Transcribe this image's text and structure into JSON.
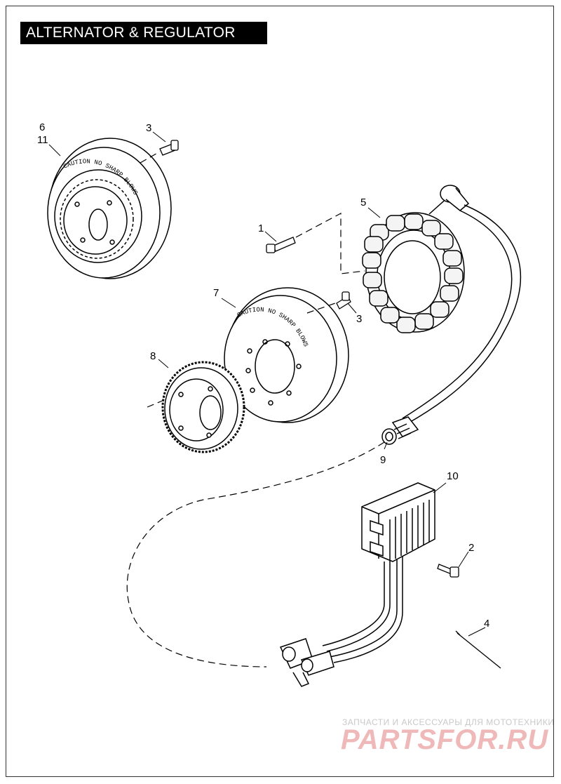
{
  "title": "ALTERNATOR & REGULATOR",
  "callouts": {
    "c6": "6",
    "c11": "11",
    "c3a": "3",
    "c1": "1",
    "c5": "5",
    "c7": "7",
    "c3b": "3",
    "c8": "8",
    "c9": "9",
    "c10": "10",
    "c2": "2",
    "c4": "4"
  },
  "rotor_text": {
    "upper": "CAUTION NO SHARP BLOWS",
    "lower": "CAUTION NO SHARP BLOWS"
  },
  "watermark": {
    "subtitle": "ЗАПЧАСТИ И АКСЕССУАРЫ ДЛЯ МОТОТЕХНИКИ",
    "brand": "PARTSFOR.RU"
  },
  "colors": {
    "line": "#000000",
    "watermark_brand": "#f0b9b9",
    "watermark_sub": "#c9c9c9"
  }
}
